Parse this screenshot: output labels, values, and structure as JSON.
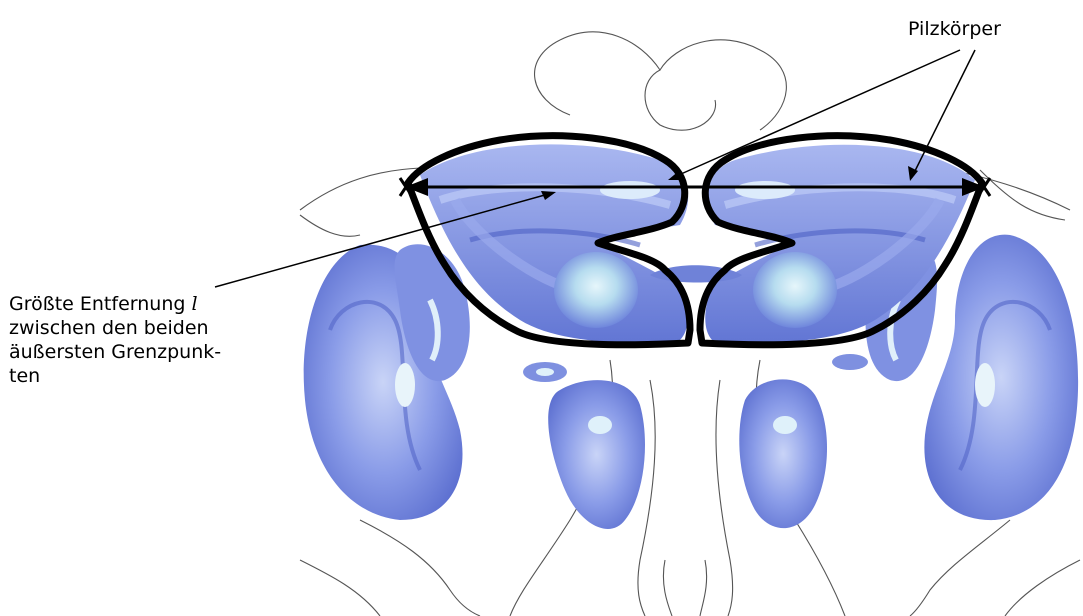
{
  "labels": {
    "mushroom_body": "Pilzkörper",
    "distance_line1_text": "Größte Entfernung",
    "distance_symbol": "l",
    "distance_line2": "zwischen den beiden",
    "distance_line3": "äußersten Grenzpunk-",
    "distance_line4": "ten"
  },
  "colors": {
    "tissue_fill": "#8a9ce8",
    "tissue_dark": "#5c6fd0",
    "tissue_light": "#c9e4f2",
    "outline_stroke": "#000000",
    "contour_line": "#444444"
  }
}
